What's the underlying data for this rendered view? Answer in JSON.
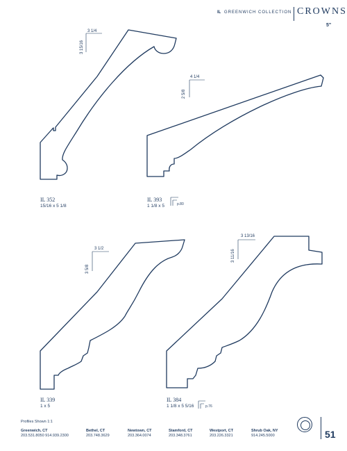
{
  "header": {
    "mark": "IL",
    "collection": "GREENWICH COLLECTION",
    "title": "CROWNS",
    "size_note": "5\""
  },
  "profiles": [
    {
      "id": "IL 352",
      "size": "15/16 x 5 1/8",
      "dim_top": "3 1/4",
      "dim_side": "3 15/16",
      "page_ref": ""
    },
    {
      "id": "IL 393",
      "size": "1 1/8 x 5",
      "dim_top": "4 1/4",
      "dim_side": "2 5/8",
      "page_ref": "p.80"
    },
    {
      "id": "IL 339",
      "size": "1 x 5",
      "dim_top": "3 1/2",
      "dim_side": "3 5/8",
      "page_ref": ""
    },
    {
      "id": "IL 384",
      "size": "1 1/8 x 5 5/16",
      "dim_top": "3 13/16",
      "dim_side": "3 11/16",
      "page_ref": "p.76"
    }
  ],
  "footer": {
    "note": "Profiles Shown 1:1",
    "locations": [
      {
        "city": "Greenwich, CT",
        "phone": "203.531.8050 914.939.2300"
      },
      {
        "city": "Bethel, CT",
        "phone": "203.748.3629"
      },
      {
        "city": "Newtown, CT",
        "phone": "203.364.0074"
      },
      {
        "city": "Stamford, CT",
        "phone": "203.348.3761"
      },
      {
        "city": "Westport, CT",
        "phone": "203.226.3321"
      },
      {
        "city": "Shrub Oak, NY",
        "phone": "914.245.5000"
      }
    ],
    "page_number": "51"
  }
}
